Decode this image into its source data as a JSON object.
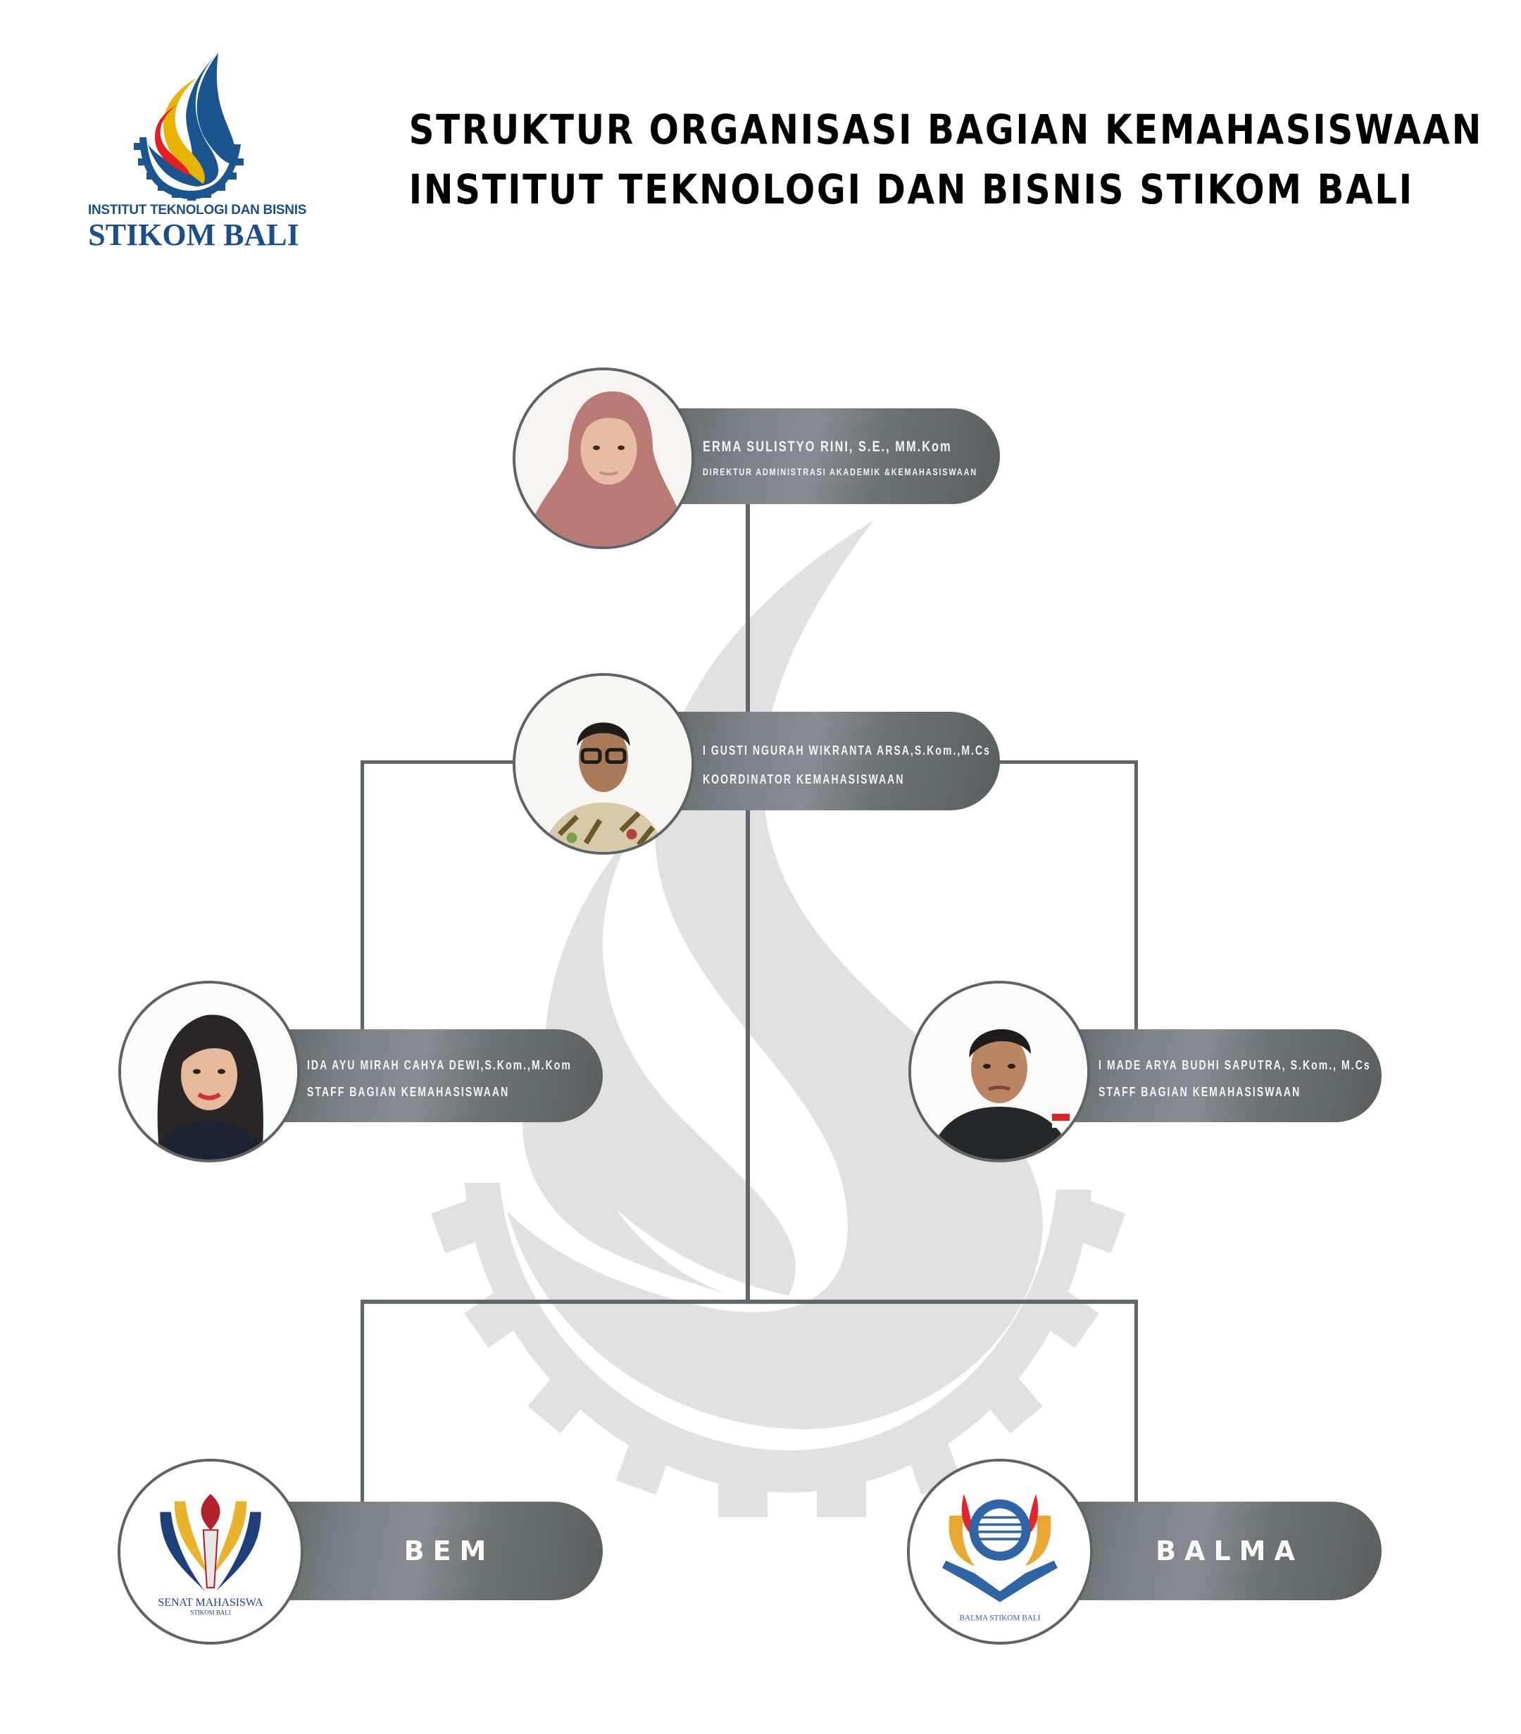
{
  "header": {
    "logo": {
      "icon": "stikom-bali-flame-gear-icon",
      "line1": "INSTITUT TEKNOLOGI DAN BISNIS",
      "line2": "STIKOM BALI",
      "colors": {
        "blue": "#1b4f8c",
        "yellow": "#e8b400",
        "red": "#e31e25"
      }
    },
    "title_line1": "STRUKTUR ORGANISASI BAGIAN KEMAHASISWAAN",
    "title_line2": "INSTITUT TEKNOLOGI DAN BISNIS STIKOM BALI"
  },
  "org_chart": {
    "line_color": "#5f676a",
    "pill_color": "#6e7579",
    "nodes": [
      {
        "id": "director",
        "photo": "person-photo-hijab-woman",
        "name": "ERMA SULISTYO RINI, S.E., MM.Kom",
        "role": "DIREKTUR ADMINISTRASI AKADEMIK &KEMAHASISWAAN"
      },
      {
        "id": "coordinator",
        "photo": "person-photo-man-glasses-batik",
        "name": "I GUSTI NGURAH WIKRANTA ARSA,S.Kom.,M.Cs",
        "role": "KOORDINATOR KEMAHASISWAAN"
      },
      {
        "id": "staff-left",
        "photo": "person-photo-woman-long-hair",
        "name": "IDA AYU MIRAH CAHYA DEWI,S.Kom.,M.Kom",
        "role": "STAFF BAGIAN KEMAHASISWAAN"
      },
      {
        "id": "staff-right",
        "photo": "person-photo-man-black-shirt",
        "name": "I MADE ARYA BUDHI SAPUTRA, S.Kom., M.Cs",
        "role": "STAFF BAGIAN KEMAHASISWAAN"
      },
      {
        "id": "bem",
        "logo_caption1": "SENAT MAHASISWA",
        "logo_caption2": "STIKOM BALI",
        "label": "BEM"
      },
      {
        "id": "balma",
        "logo_caption1": "BALMA STIKOM BALI",
        "label": "BALMA"
      }
    ]
  }
}
